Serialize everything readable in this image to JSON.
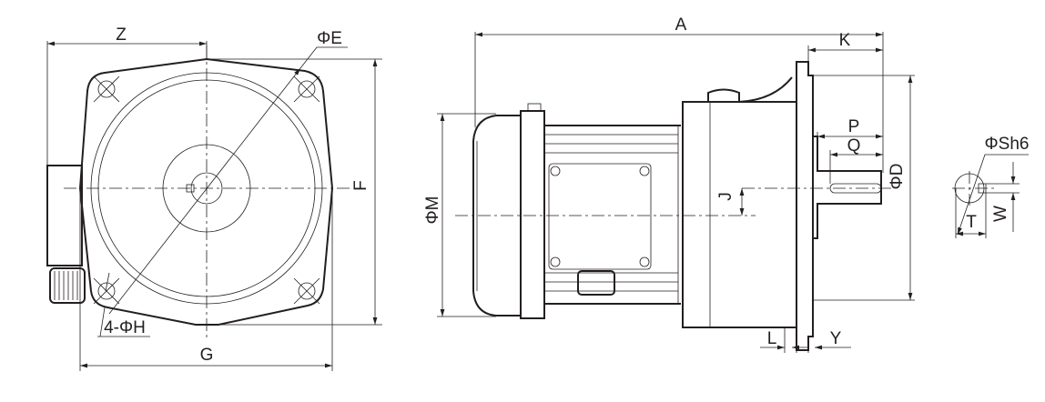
{
  "title": "Gear motor dimension drawing",
  "front_view": {
    "Z": "Z",
    "E": "ΦE",
    "F": "F",
    "G": "G",
    "H": "4-ΦH"
  },
  "side_view": {
    "A": "A",
    "K": "K",
    "P": "P",
    "Q": "Q",
    "D": "ΦD",
    "J": "J",
    "M": "ΦM",
    "L": "L",
    "Y": "Y"
  },
  "shaft_view": {
    "S": "ΦSh6",
    "T": "T",
    "W": "W"
  },
  "colors": {
    "line": "#231f20",
    "background": "#ffffff"
  }
}
